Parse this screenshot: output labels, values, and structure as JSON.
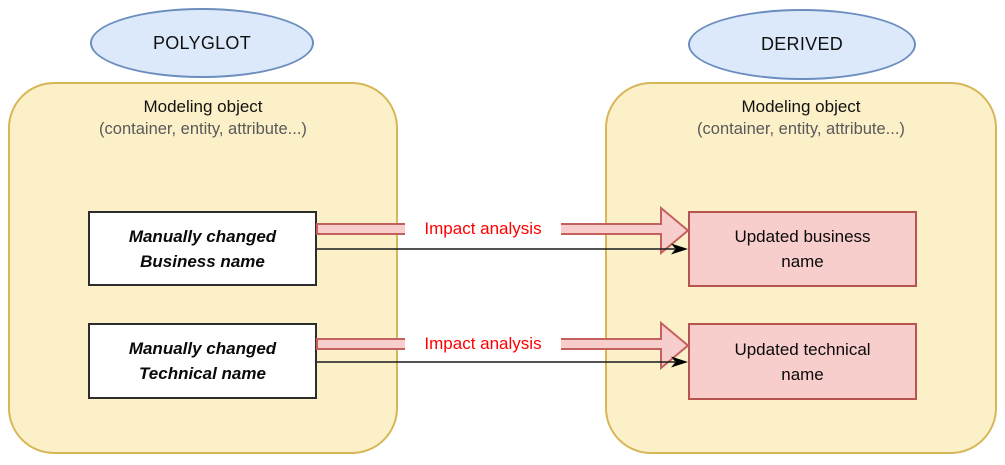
{
  "diagram": {
    "left": {
      "ellipse_label": "POLYGLOT",
      "title": "Modeling object",
      "subtitle": "(container, entity, attribute...)",
      "boxes": [
        {
          "label": "Manually changed\nBusiness name"
        },
        {
          "label": "Manually changed\nTechnical name"
        }
      ]
    },
    "right": {
      "ellipse_label": "DERIVED",
      "title": "Modeling object",
      "subtitle": "(container, entity, attribute...)",
      "boxes": [
        {
          "label": "Updated business\nname"
        },
        {
          "label": "Updated technical\nname"
        }
      ]
    },
    "arrows": [
      {
        "label": "Impact analysis"
      },
      {
        "label": "Impact analysis"
      }
    ],
    "colors": {
      "ellipse_fill": "#dbe9fb",
      "ellipse_stroke": "#6c8ebf",
      "container_fill": "#fcf0c8",
      "container_stroke": "#d6b656",
      "pink_fill": "#f8cecc",
      "pink_stroke": "#b85450",
      "arrow_stroke": "#c4615e",
      "label_color": "#ff0000",
      "subtitle_color": "#595959",
      "box_stroke": "#2d2d2d"
    }
  }
}
